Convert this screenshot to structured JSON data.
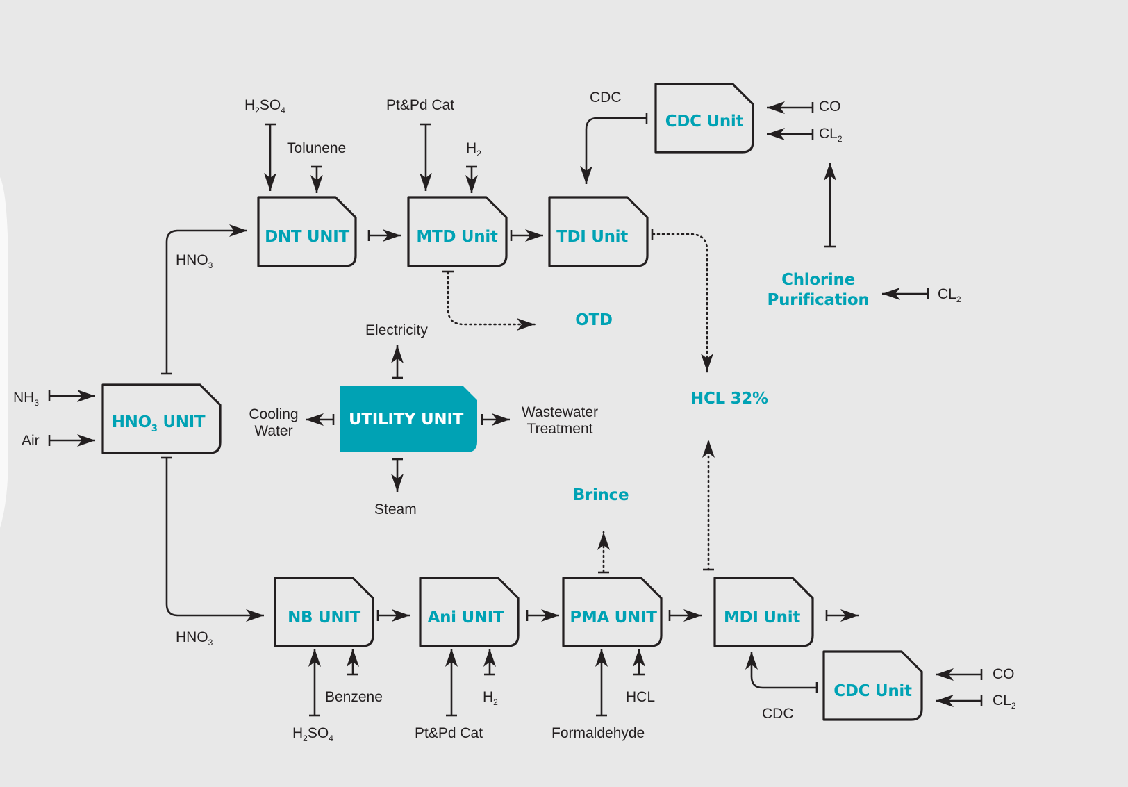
{
  "colors": {
    "accent": "#00a2b4",
    "line": "#231f20",
    "background": "#e8e8e8"
  },
  "units": {
    "dnt": "DNT UNIT",
    "mtd": "MTD Unit",
    "tdi": "TDI Unit",
    "cdc_top": "CDC Unit",
    "hno3_prefix": "HNO",
    "hno3_sub": "3",
    "hno3_suffix": " UNIT",
    "utility": "UTILITY UNIT",
    "nb": "NB UNIT",
    "ani": "Ani UNIT",
    "pma": "PMA UNIT",
    "mdi": "MDI Unit",
    "cdc_bottom": "CDC Unit"
  },
  "products": {
    "otd": "OTD",
    "hcl_32": "HCL 32%",
    "brince": "Brince",
    "chlorine_line1": "Chlorine",
    "chlorine_line2": "Purification"
  },
  "labels": {
    "h2so4_top": {
      "main": "H",
      "sub1": "2",
      "mid": "SO",
      "sub2": "4"
    },
    "toluene": "Tolunene",
    "ptpd_top": "Pt&Pd Cat",
    "h2_top": {
      "main": "H",
      "sub": "2"
    },
    "cdc_top_label": "CDC",
    "co_top": "CO",
    "cl2_top": {
      "main": "CL",
      "sub": "2"
    },
    "hno3_top": {
      "main": "HNO",
      "sub": "3"
    },
    "cl2_mid": {
      "main": "CL",
      "sub": "2"
    },
    "electricity": "Electricity",
    "nh3": {
      "main": "NH",
      "sub": "3"
    },
    "air": "Air",
    "cooling_line1": "Cooling",
    "cooling_line2": "Water",
    "wastewater_line1": "Wastewater",
    "wastewater_line2": "Treatment",
    "steam": "Steam",
    "hno3_bottom": {
      "main": "HNO",
      "sub": "3"
    },
    "benzene": "Benzene",
    "h2so4_bottom": {
      "main": "H",
      "sub1": "2",
      "mid": "SO",
      "sub2": "4"
    },
    "h2_bottom": {
      "main": "H",
      "sub": "2"
    },
    "ptpd_bottom": "Pt&Pd Cat",
    "hcl": "HCL",
    "formaldehyde": "Formaldehyde",
    "cdc_bottom_label": "CDC",
    "co_bottom": "CO",
    "cl2_bottom": {
      "main": "CL",
      "sub": "2"
    }
  }
}
